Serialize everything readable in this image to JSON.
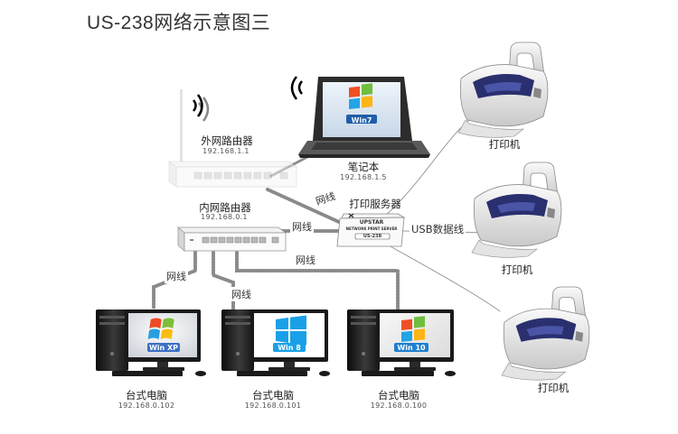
{
  "title": "US-238网络示意图三",
  "outer_router": {
    "name": "外网路由器",
    "ip": "192.168.1.1"
  },
  "inner_router": {
    "name": "内网路由器",
    "ip": "192.168.0.1"
  },
  "laptop": {
    "name": "笔记本",
    "ip": "192.168.1.5",
    "os": "Win7"
  },
  "print_server": {
    "name": "打印服务器",
    "brand": "UPSTAR",
    "subtitle": "NETWORK PRINT SERVER",
    "model": "US-238"
  },
  "usb_label": "USB数据线",
  "wire_label": "网线",
  "printers": [
    {
      "name": "打印机"
    },
    {
      "name": "打印机"
    },
    {
      "name": "打印机"
    }
  ],
  "desktops": [
    {
      "name": "台式电脑",
      "ip": "192.168.0.102",
      "os": "Win XP"
    },
    {
      "name": "台式电脑",
      "ip": "192.168.0.101",
      "os": "Win 8"
    },
    {
      "name": "台式电脑",
      "ip": "192.168.0.100",
      "os": "Win 10"
    }
  ],
  "colors": {
    "win7_blue": "#1f5ea8",
    "win8_blue": "#1aa0e8",
    "win10_blue": "#1f7fcf",
    "printer_navy": "#2a2f6e"
  }
}
